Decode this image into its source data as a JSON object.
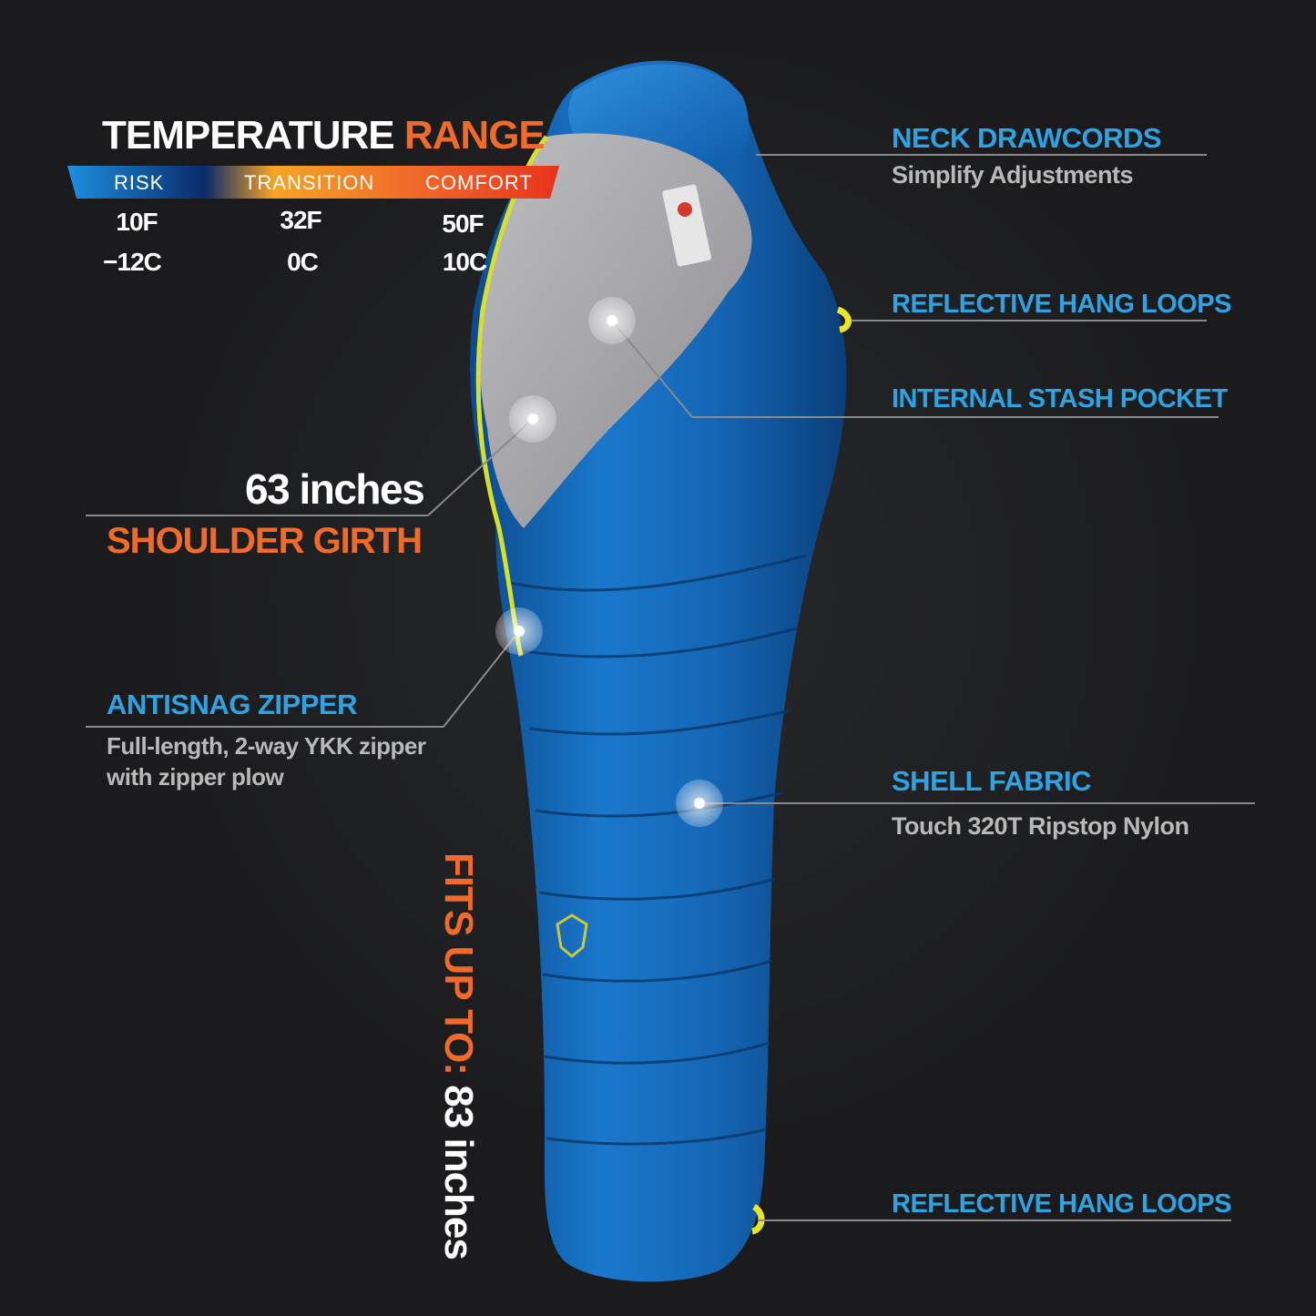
{
  "temperature": {
    "title_main": "TEMPERATURE",
    "title_accent": "RANGE",
    "zones": [
      {
        "label": "RISK",
        "fahrenheit": "10F",
        "celsius": "−12C",
        "color": "#1e8fe0"
      },
      {
        "label": "TRANSITION",
        "fahrenheit": "32F",
        "celsius": "0C",
        "color": "#f5a524"
      },
      {
        "label": "COMFORT",
        "fahrenheit": "50F",
        "celsius": "10C",
        "color": "#e8341c"
      }
    ]
  },
  "callouts": {
    "neck": {
      "title": "NECK DRAWCORDS",
      "sub": "Simplify Adjustments"
    },
    "hang_top": {
      "title": "REFLECTIVE HANG LOOPS"
    },
    "stash": {
      "title": "INTERNAL STASH POCKET"
    },
    "shell": {
      "title": "SHELL FABRIC",
      "sub": "Touch 320T Ripstop Nylon"
    },
    "hang_bottom": {
      "title": "REFLECTIVE HANG LOOPS"
    },
    "zipper": {
      "title": "ANTISNAG ZIPPER",
      "sub_line1": "Full-length, 2-way YKK zipper",
      "sub_line2": "with zipper plow"
    }
  },
  "girth": {
    "value": "63 inches",
    "label": "SHOULDER GIRTH"
  },
  "fits": {
    "prefix": "FITS UP TO: ",
    "value": "83 inches"
  },
  "colors": {
    "accent_blue": "#2ea3e3",
    "accent_orange": "#f06a2a",
    "bag_blue": "#1566b5",
    "lining_grey": "#a9a9ac",
    "trim_yellow": "#d6df2a"
  },
  "icons": [
    "sleeping-bag-illustration",
    "hotspot-dot-icon",
    "brand-logo-icon"
  ]
}
